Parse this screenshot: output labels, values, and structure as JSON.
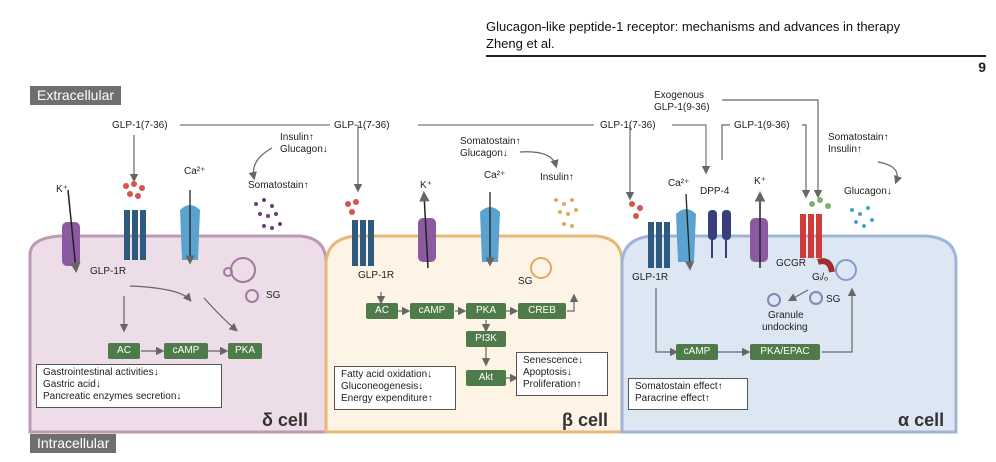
{
  "header": {
    "title": "Glucagon-like peptide-1 receptor: mechanisms and advances in therapy",
    "authors": "Zheng et al.",
    "page_number": "9"
  },
  "tags": {
    "extracellular": "Extracellular",
    "intracellular": "Intracellular"
  },
  "top_labels": {
    "glp1_a": "GLP-1(7-36)",
    "glp1_b": "GLP-1(7-36)",
    "glp1_c": "GLP-1(7-36)",
    "exo_1": "Exogenous",
    "exo_2": "GLP-1(9-36)",
    "glp1_936": "GLP-1(9-36)"
  },
  "delta": {
    "name": "δ cell",
    "k": "K⁺",
    "ca": "Ca²⁺",
    "insulin": "Insulin↑",
    "glucagon": "Glucagon↓",
    "somatostain": "Somatostain↑",
    "receptor": "GLP-1R",
    "sg": "SG",
    "ac": "AC",
    "camp": "cAMP",
    "pka": "PKA",
    "effects": [
      "Gastrointestinal activities↓",
      "Gastric acid↓",
      "Pancreatic enzymes secretion↓"
    ]
  },
  "beta": {
    "name": "β cell",
    "k": "K⁺",
    "ca": "Ca²⁺",
    "somatostain": "Somatostain↑",
    "glucagon": "Glucagon↓",
    "insulin": "Insulin↑",
    "receptor": "GLP-1R",
    "sg": "SG",
    "ac": "AC",
    "camp": "cAMP",
    "pka": "PKA",
    "creb": "CREB",
    "pi3k": "PI3K",
    "akt": "Akt",
    "effects_left": [
      "Fatty acid oxidation↓",
      "Gluconeogenesis↓",
      "Energy expenditure↑"
    ],
    "effects_right": [
      "Senescence↓",
      "Apoptosis↓",
      "Proliferation↑"
    ]
  },
  "alpha": {
    "name": "α cell",
    "ca": "Ca²⁺",
    "dpp4": "DPP-4",
    "k": "K⁺",
    "somatostain": "Somatostain↑",
    "insulin": "Insulin↑",
    "glucagon": "Glucagon↓",
    "gcgr": "GCGR",
    "gio": "Gᵢ/ₒ",
    "receptor": "GLP-1R",
    "sg": "SG",
    "granule_1": "Granule",
    "granule_2": "undocking",
    "camp": "cAMP",
    "pka_epac": "PKA/EPAC",
    "effects": [
      "Somatostain effect↑",
      "Paracrine effect↑"
    ]
  },
  "colors": {
    "delta_fill": "#ecdde8",
    "delta_border": "#b99bb5",
    "beta_fill": "#fdf4e6",
    "beta_border": "#e8b87a",
    "alpha_fill": "#dde6f3",
    "alpha_border": "#9fb5d6",
    "box_green": "#4f7a4a"
  }
}
